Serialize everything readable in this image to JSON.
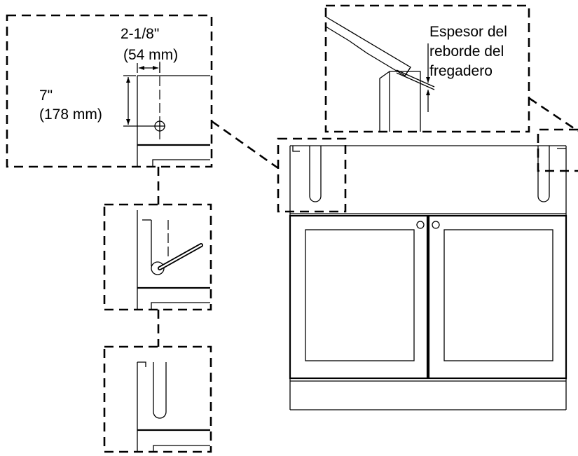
{
  "labels": {
    "horizontal_dim_imperial": "2-1/8\"",
    "horizontal_dim_metric": "(54 mm)",
    "vertical_dim_imperial": "7\"",
    "vertical_dim_metric": "(178 mm)",
    "sink_rim_line1": "Espesor del",
    "sink_rim_line2": "reborde del",
    "sink_rim_line3": "fregadero"
  }
}
